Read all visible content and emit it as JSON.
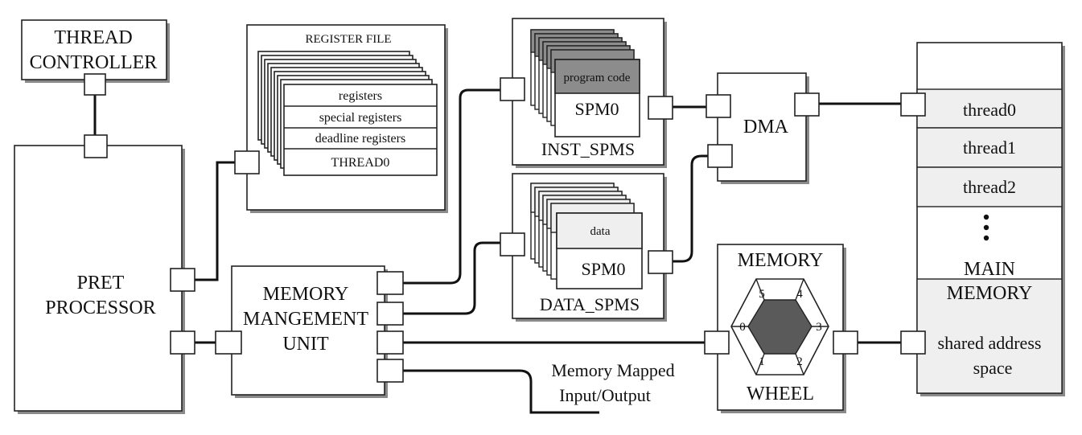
{
  "thread_controller": {
    "line1": "THREAD",
    "line2": "CONTROLLER"
  },
  "pret_processor": {
    "line1": "PRET",
    "line2": "PROCESSOR"
  },
  "register_file": {
    "title": "REGISTER FILE",
    "rows": [
      "registers",
      "special registers",
      "deadline registers",
      "THREAD0"
    ]
  },
  "memory_management_unit": {
    "line1": "MEMORY",
    "line2": "MANGEMENT",
    "line3": "UNIT"
  },
  "inst_spms": {
    "label": "INST_SPMS",
    "content": "program code",
    "spm": "SPM0"
  },
  "data_spms": {
    "label": "DATA_SPMS",
    "content": "data",
    "spm": "SPM0"
  },
  "dma": {
    "label": "DMA"
  },
  "memory_wheel": {
    "line1": "MEMORY",
    "line2": "WHEEL",
    "slots": [
      "0",
      "1",
      "2",
      "3",
      "4",
      "5"
    ]
  },
  "main_memory": {
    "threads": [
      "thread0",
      "thread1",
      "thread2"
    ],
    "label1": "MAIN",
    "label2": "MEMORY",
    "shared1": "shared address",
    "shared2": "space"
  },
  "io_label": {
    "line1": "Memory Mapped",
    "line2": "Input/Output"
  },
  "colors": {
    "shade_light": "#efefef",
    "shade_dark": "#8c8c8c",
    "wheel_center": "#5a5a5a",
    "shadow": "#8a8a8a"
  }
}
